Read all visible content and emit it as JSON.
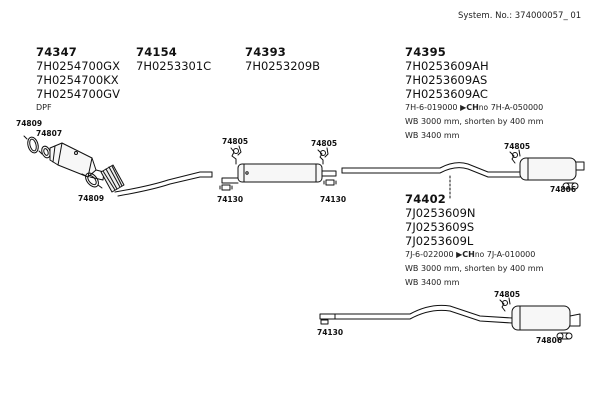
{
  "header": {
    "system_label": "System. No.: 374000057_ 01"
  },
  "groups": [
    {
      "part_no": "74347",
      "codes": [
        "7H0254700GX",
        "7H0254700KX",
        "7H0254700GV"
      ],
      "notes": [
        "DPF"
      ]
    },
    {
      "part_no": "74154",
      "codes": [
        "7H0253301C"
      ],
      "notes": []
    },
    {
      "part_no": "74393",
      "codes": [
        "7H0253209B"
      ],
      "notes": []
    },
    {
      "part_no": "74395",
      "codes": [
        "7H0253609AH",
        "7H0253609AS",
        "7H0253609AC"
      ],
      "notes": [
        "WB 3000 mm, shorten by 400 mm",
        "WB 3400 mm"
      ],
      "range": {
        "from": "7H-6-019000",
        "to": "7H-A-050000",
        "marker": "CH",
        "suffix": "no"
      }
    },
    {
      "part_no": "74402",
      "codes": [
        "7J0253609N",
        "7J0253609S",
        "7J0253609L"
      ],
      "notes": [
        "WB 3000 mm, shorten by 400 mm",
        "WB 3400 mm"
      ],
      "range": {
        "from": "7J-6-022000",
        "to": "7J-A-010000",
        "marker": "CH",
        "suffix": "no"
      }
    }
  ],
  "callouts": {
    "clamp_left_top": "74809",
    "gasket": "74807",
    "clamp_left_bottom": "74809",
    "hanger_mid_left": "74805",
    "clamp_mid_left": "74130",
    "hanger_mid_right": "74805",
    "clamp_mid_right": "74130",
    "hanger_rear_top": "74805",
    "rubber_rear_top": "74806",
    "clamp_rear_bottom": "74130",
    "hanger_rear_bottom": "74805",
    "rubber_rear_bottom": "74806"
  }
}
